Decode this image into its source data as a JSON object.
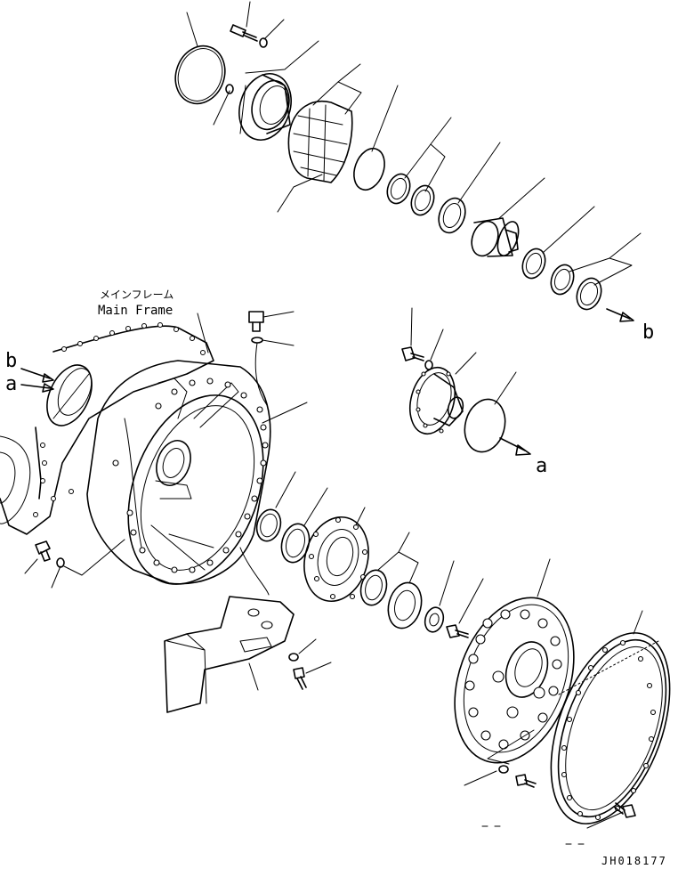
{
  "labels": {
    "main_frame_jp": "メインフレーム",
    "main_frame_en": "Main Frame",
    "ref_b_arrow_right": "b",
    "ref_b_left": "b",
    "ref_a_left": "a",
    "ref_a_arrow_right": "a",
    "drawing_code": "JH018177"
  },
  "colors": {
    "ink": "#000000",
    "paper": "#ffffff"
  }
}
